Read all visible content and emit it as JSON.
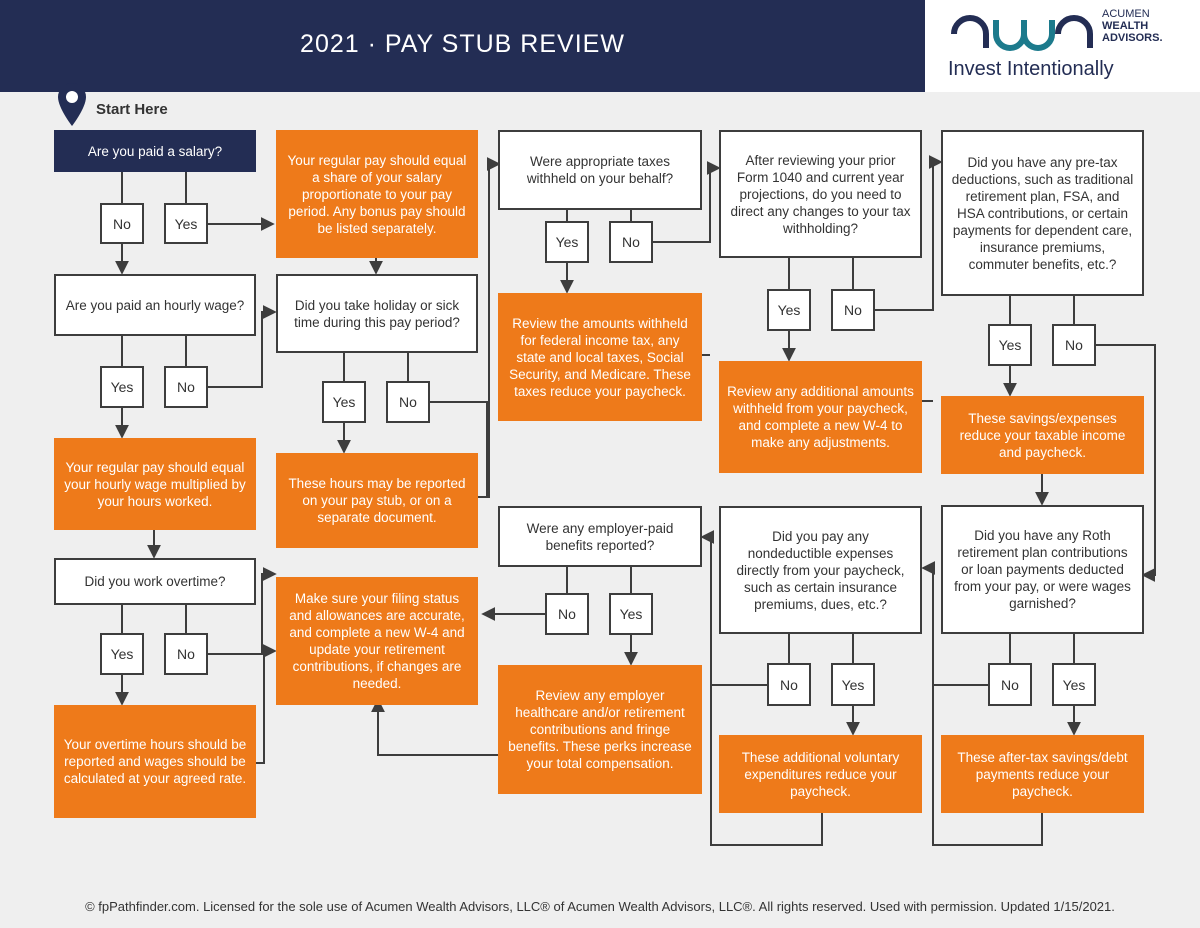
{
  "header": {
    "title": "2021 · PAY STUB REVIEW",
    "logo_line1": "ACUMEN",
    "logo_line2": "WEALTH",
    "logo_line3": "ADVISORS.",
    "tagline": "Invest Intentionally"
  },
  "start_label": "Start Here",
  "nodes": {
    "q_salary": "Are you paid a salary?",
    "o_salary_share": "Your regular pay should equal a share of your salary proportionate to your pay period. Any bonus pay should be listed separately.",
    "q_hourly": "Are you paid an hourly wage?",
    "o_hourly_pay": "Your regular pay should equal your hourly wage multiplied by your hours worked.",
    "q_overtime": "Did you work overtime?",
    "o_overtime": "Your overtime hours should be reported and wages should be calculated at your agreed rate.",
    "q_holiday": "Did you take holiday or sick time during this pay period?",
    "o_holiday": "These hours may be reported on your pay stub, or on a separate document.",
    "o_filing": "Make sure your filing status and allowances are accurate, and complete a new W-4 and update your retirement contributions, if changes are needed.",
    "q_taxes": "Were appropriate taxes withheld on your behalf?",
    "o_review_amounts": "Review the amounts withheld for federal income tax, any state and local taxes, Social Security, and Medicare. These taxes reduce your paycheck.",
    "q_benefits": "Were any employer-paid benefits reported?",
    "o_benefits": "Review any employer healthcare and/or retirement contributions and fringe benefits. These perks increase your total compensation.",
    "q_prior": "After reviewing your prior Form 1040 and current year projections, do you need to direct any changes to your tax withholding?",
    "o_additional": "Review any additional amounts withheld from your paycheck, and complete a new W-4 to make any adjustments.",
    "q_nondeductible": "Did you pay any nondeductible expenses directly from your paycheck, such as certain insurance premiums, dues, etc.?",
    "o_voluntary": "These additional voluntary expenditures reduce your paycheck.",
    "q_pretax": "Did you have any pre-tax deductions, such as traditional retirement plan, FSA, and HSA contributions, or certain payments for dependent care, insurance premiums, commuter benefits, etc.?",
    "o_savings": "These savings/expenses reduce your taxable income and paycheck.",
    "q_roth": "Did you have any Roth retirement plan contributions or loan payments deducted from your pay, or were wages garnished?",
    "o_aftertax": "These after-tax savings/debt payments reduce your paycheck."
  },
  "answers": {
    "yes": "Yes",
    "no": "No"
  },
  "footer": "© fpPathfinder.com. Licensed for the sole use of Acumen Wealth Advisors, LLC® of Acumen Wealth Advisors, LLC®. All rights reserved. Used with permission. Updated 1/15/2021.",
  "colors": {
    "navy": "#232d54",
    "orange": "#ee7a1a",
    "background": "#efefef"
  }
}
